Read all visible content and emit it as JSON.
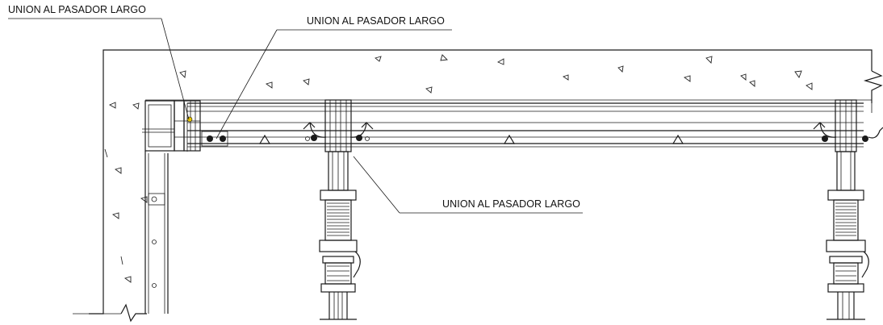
{
  "callouts": [
    {
      "label": "UNION AL PASADOR LARGO"
    },
    {
      "label": "UNION AL PASADOR LARGO"
    },
    {
      "label": "UNION AL PASADOR LARGO"
    }
  ],
  "colors": {
    "line": "#1a1a1a",
    "accent": "#e8c400"
  }
}
